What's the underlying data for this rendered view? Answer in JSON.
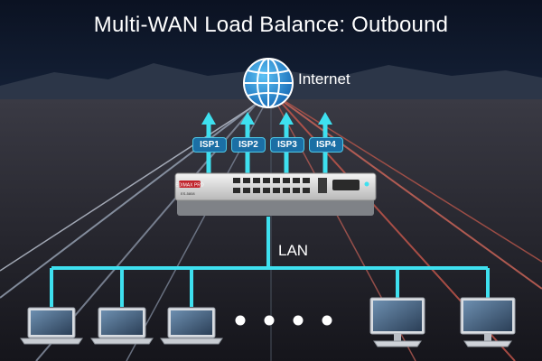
{
  "title": "Multi-WAN Load Balance: Outbound",
  "internet_label": "Internet",
  "lan_label": "LAN",
  "isp_links": [
    {
      "label": "ISP1"
    },
    {
      "label": "ISP2"
    },
    {
      "label": "ISP3"
    },
    {
      "label": "ISP4"
    }
  ],
  "device": {
    "brand_logo": "EDIMAX PRO",
    "model_label": "ES-5808"
  },
  "lan_clients": [
    {
      "type": "laptop-icon"
    },
    {
      "type": "laptop-icon"
    },
    {
      "type": "laptop-icon"
    },
    {
      "type": "ellipsis"
    },
    {
      "type": "desktop-monitor-icon"
    },
    {
      "type": "desktop-monitor-icon"
    }
  ],
  "colors": {
    "link_cyan": "#3ee0ef",
    "globe_blue": "#2a8fd6",
    "isp_badge": "#1b6fa5"
  }
}
